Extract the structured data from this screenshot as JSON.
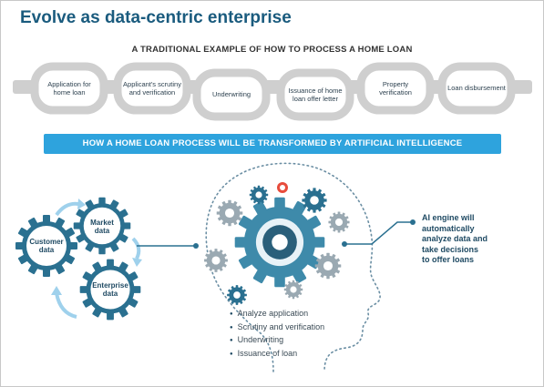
{
  "title": "Evolve as data-centric enterprise",
  "subtitle": "A TRADITIONAL EXAMPLE OF HOW TO PROCESS A HOME LOAN",
  "chain": [
    {
      "label": "Application for home loan"
    },
    {
      "label": "Applicant's scrutiny and verification"
    },
    {
      "label": "Underwriting"
    },
    {
      "label": "Issuance of home loan offer letter"
    },
    {
      "label": "Property verification"
    },
    {
      "label": "Loan disbursement"
    }
  ],
  "banner": "HOW A HOME LOAN PROCESS WILL BE TRANSFORMED BY ARTIFICIAL INTELLIGENCE",
  "gears": [
    {
      "label": "Customer data"
    },
    {
      "label": "Market data"
    },
    {
      "label": "Enterprise data"
    }
  ],
  "ai_engine": {
    "lines": [
      "AI engine will",
      "automatically",
      "analyze data and",
      "take decisions",
      "to offer loans"
    ]
  },
  "steps": [
    "Analyze application",
    "Scrutiny and verification",
    "Underwriting",
    "Issuance of loan"
  ],
  "colors": {
    "brand": "#1a5b7e",
    "accent": "#2ea3dd",
    "gear": "#2a7090",
    "chain": "#cfcfcf"
  }
}
